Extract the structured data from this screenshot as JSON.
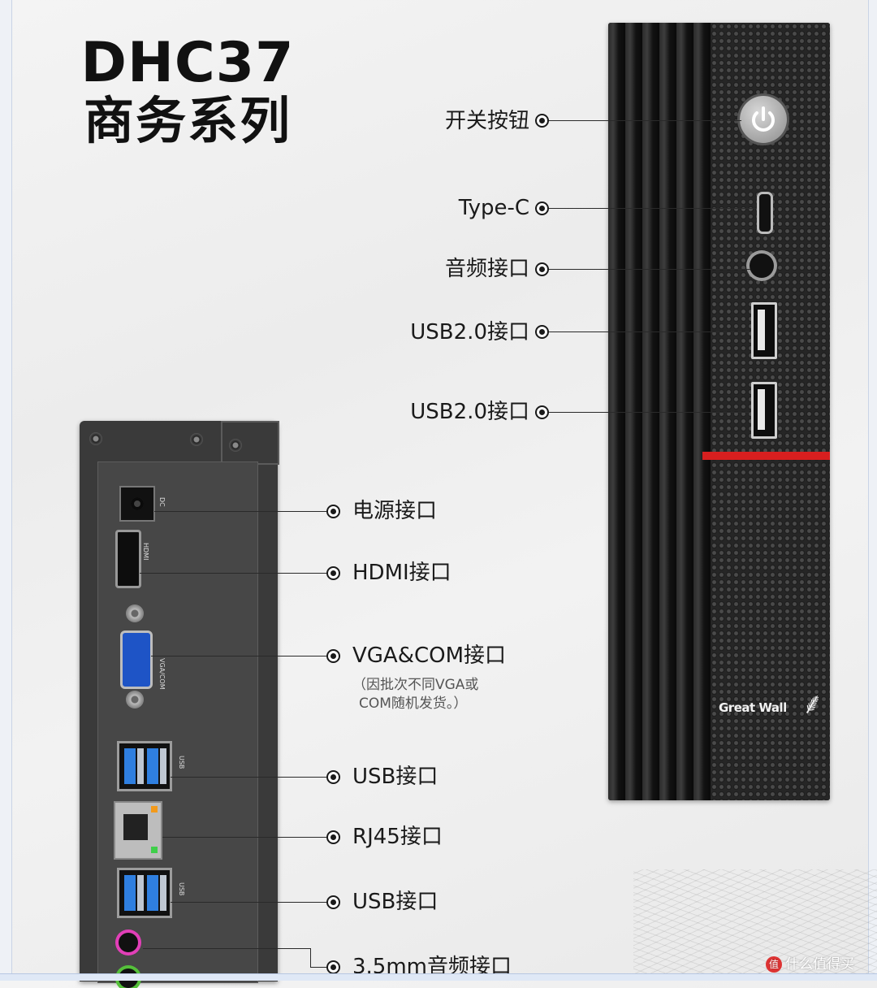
{
  "title": {
    "model": "DHC37",
    "series": "商务系列"
  },
  "front_labels": [
    "开关按钮",
    "Type-C",
    "音频接口",
    "USB2.0接口",
    "USB2.0接口"
  ],
  "back_labels": [
    "电源接口",
    "HDMI接口",
    "VGA&COM接口",
    "USB接口",
    "RJ45接口",
    "USB接口",
    "3.5mm音频接口"
  ],
  "vga_note": [
    "（因批次不同VGA或",
    "COM随机发货。）"
  ],
  "brand_text": "Great Wall",
  "port_tags": {
    "dc": "DC",
    "hdmi": "HDMI",
    "vga": "VGA/COM",
    "usb": "USB"
  },
  "watermark": "值 什么值得买",
  "colors": {
    "accent_red": "#d81f1f",
    "vga_blue": "#1e54c6",
    "usb_blue": "#2f7fe0",
    "audio_pink": "#e23fb8",
    "audio_green": "#55c03a"
  }
}
